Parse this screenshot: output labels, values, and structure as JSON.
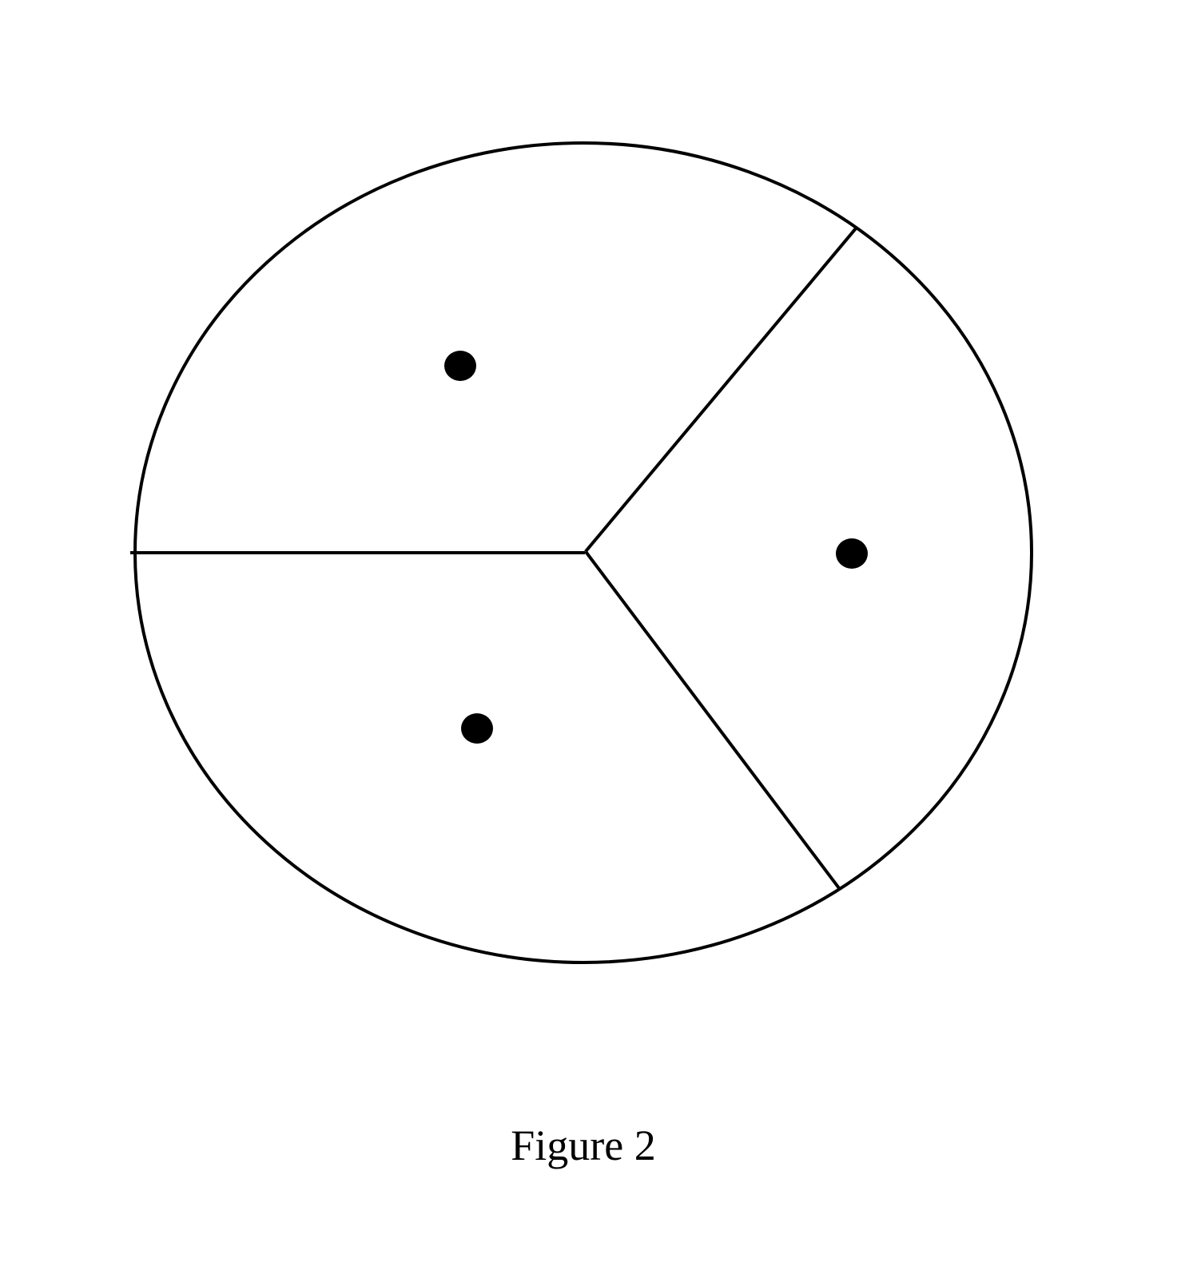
{
  "figure": {
    "caption": "Figure 2",
    "regions": 3,
    "points_per_region": 1,
    "stroke_color": "#000000",
    "point_color": "#000000",
    "background": "#ffffff"
  }
}
